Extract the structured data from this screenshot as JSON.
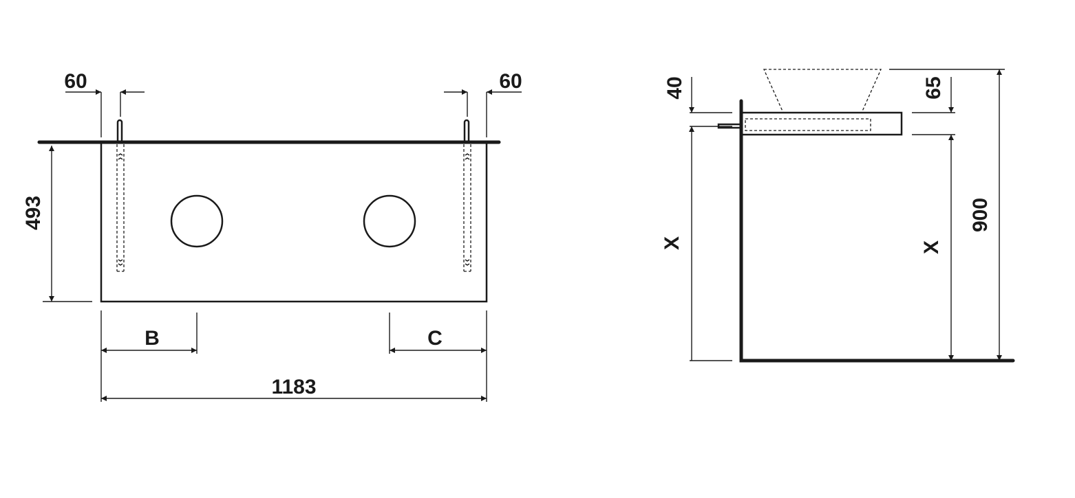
{
  "front_view": {
    "dim_left_offset": "60",
    "dim_right_offset": "60",
    "dim_height": "493",
    "dim_b": "B",
    "dim_c": "C",
    "dim_width": "1183"
  },
  "side_view": {
    "dim_top_thickness": "40",
    "dim_basin_clearance": "65",
    "dim_total_height": "900",
    "dim_x_left": "X",
    "dim_x_right": "X"
  }
}
